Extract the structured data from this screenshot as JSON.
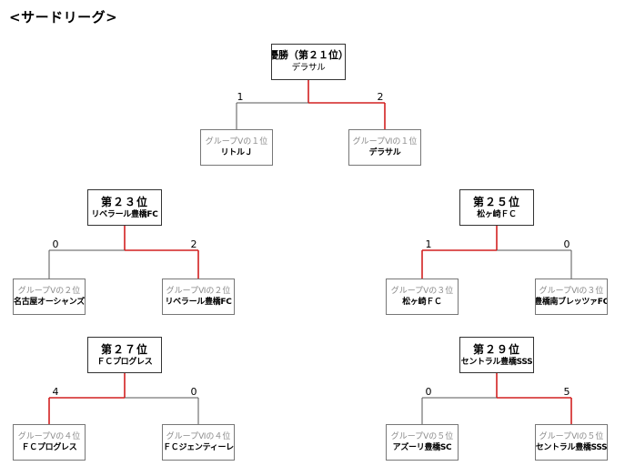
{
  "title": "<サードリーグ>",
  "brackets": [
    {
      "id": "m21",
      "heading": "優勝（第２１位）",
      "champion": "デラサル",
      "left": {
        "group": "グループⅤの１位",
        "team": "リトルＪ",
        "score": "1"
      },
      "right": {
        "group": "グループⅥの１位",
        "team": "デラサル",
        "score": "2"
      },
      "winner_side": "right"
    },
    {
      "id": "m23",
      "heading": "第２３位",
      "champion": "リベラール豊橋FC",
      "left": {
        "group": "グループⅤの２位",
        "team": "名古屋オーシャンズ",
        "score": "0"
      },
      "right": {
        "group": "グループⅥの２位",
        "team": "リベラール豊橋FC",
        "score": "2"
      },
      "winner_side": "right"
    },
    {
      "id": "m25",
      "heading": "第２５位",
      "champion": "松ヶ崎ＦＣ",
      "left": {
        "group": "グループⅤの３位",
        "team": "松ヶ崎ＦＣ",
        "score": "1"
      },
      "right": {
        "group": "グループⅥの３位",
        "team": "豊橋南ブレッツァFC",
        "score": "0"
      },
      "winner_side": "left"
    },
    {
      "id": "m27",
      "heading": "第２７位",
      "champion": "ＦＣプログレス",
      "left": {
        "group": "グループⅤの４位",
        "team": "ＦＣプログレス",
        "score": "4"
      },
      "right": {
        "group": "グループⅥの４位",
        "team": "ＦＣジェンティーレ",
        "score": "0"
      },
      "winner_side": "left"
    },
    {
      "id": "m29",
      "heading": "第２９位",
      "champion": "セントラル豊橋SSS",
      "left": {
        "group": "グループⅤの５位",
        "team": "アズーリ豊橋SC",
        "score": "0"
      },
      "right": {
        "group": "グループⅥの５位",
        "team": "セントラル豊橋SSS",
        "score": "5"
      },
      "winner_side": "right"
    }
  ],
  "colors": {
    "winner_line": "#d22020",
    "loser_line": "#555555",
    "group_text": "#8a8a8a"
  }
}
